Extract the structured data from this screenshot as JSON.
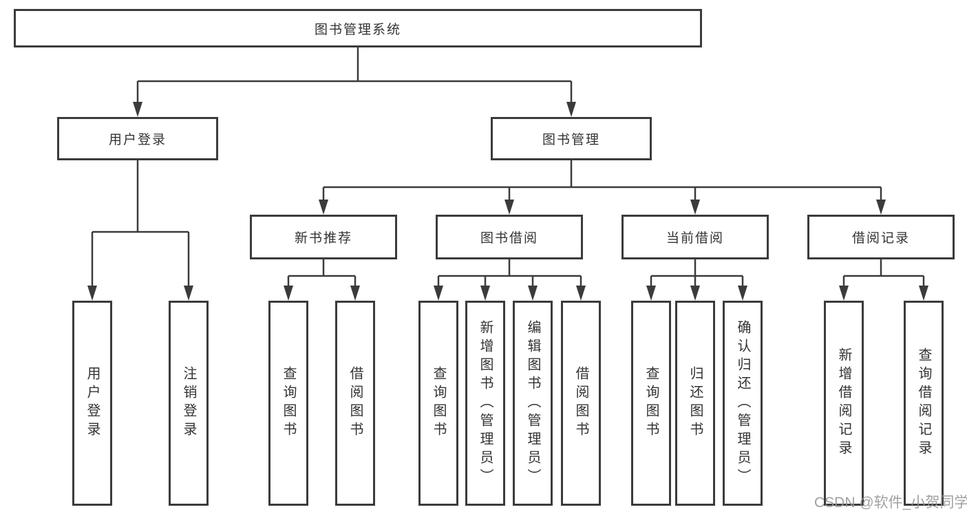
{
  "tree": {
    "root": "图书管理系统",
    "level2": [
      {
        "label": "用户登录"
      },
      {
        "label": "图书管理"
      }
    ],
    "level3": [
      {
        "label": "新书推荐"
      },
      {
        "label": "图书借阅"
      },
      {
        "label": "当前借阅"
      },
      {
        "label": "借阅记录"
      }
    ],
    "leaves": {
      "user_login": [
        "用户登录",
        "注销登录"
      ],
      "new_books": [
        "查询图书",
        "借阅图书"
      ],
      "book_borrow": [
        "查询图书",
        "新增图书（管理员）",
        "编辑图书（管理员）",
        "借阅图书"
      ],
      "current_borrow": [
        "查询图书",
        "归还图书",
        "确认归还（管理员）"
      ],
      "borrow_records": [
        "新增借阅记录",
        "查询借阅记录"
      ]
    }
  },
  "colors": {
    "line": "#3b3b3b",
    "text": "#333333",
    "watermark": "#969696"
  },
  "watermark": "CSDN @软件_小贺同学"
}
